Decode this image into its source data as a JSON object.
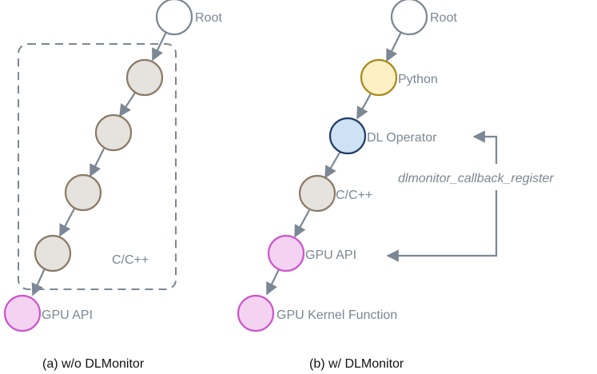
{
  "left": {
    "root_label": "Root",
    "group_label": "C/C++",
    "gpu_label": "GPU API",
    "caption": "(a) w/o DLMonitor"
  },
  "right": {
    "root_label": "Root",
    "python_label": "Python",
    "dl_operator_label": "DL Operator",
    "cpp_label": "C/C++",
    "gpu_label": "GPU API",
    "kernel_label": "GPU Kernel Function",
    "api_label": "dlmonitor_callback_register",
    "caption": "(b) w/ DLMonitor"
  },
  "colors": {
    "edge": "#7b8794",
    "root_fill": "#ffffff",
    "cpp_fill": "#e6e2dd",
    "cpp_stroke": "#8b7a66",
    "python_fill": "#fdf0c5",
    "python_stroke": "#a88a1c",
    "dl_fill": "#cfe1f5",
    "dl_stroke": "#1e3d66",
    "gpu_fill": "#f3d3f1",
    "gpu_stroke": "#cc55cc"
  }
}
